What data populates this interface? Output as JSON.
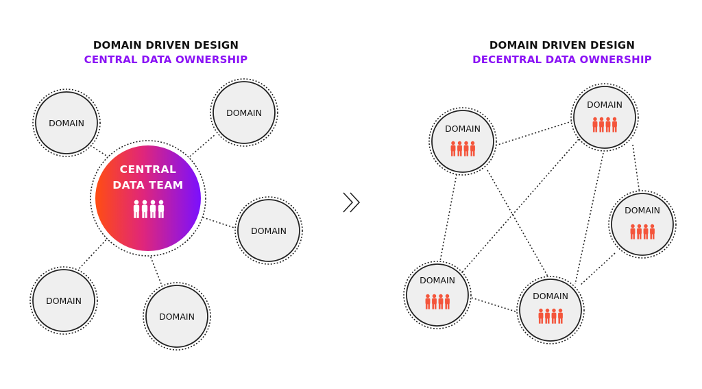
{
  "left_panel": {
    "title_line1": "DOMAIN DRIVEN DESIGN",
    "title_line2": "CENTRAL DATA OWNERSHIP",
    "central_node": {
      "line1": "CENTRAL",
      "line2": "DATA TEAM"
    },
    "domain_label": "DOMAIN"
  },
  "right_panel": {
    "title_line1": "DOMAIN DRIVEN DESIGN",
    "title_line2": "DECENTRAL DATA OWNERSHIP",
    "domain_label": "DOMAIN"
  },
  "colors": {
    "accent_purple": "#8a12f5",
    "gradient_start": "#ff4d12",
    "gradient_mid": "#e0267a",
    "gradient_end": "#7a10ff",
    "people_icon_color": "#f4553b",
    "node_fill": "#efefef"
  },
  "icons": [
    "people-group-icon",
    "double-chevron-right-icon"
  ]
}
